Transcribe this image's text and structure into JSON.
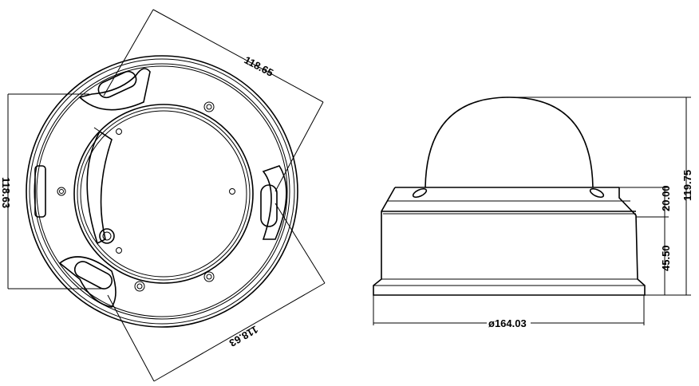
{
  "drawing": {
    "top_view": {
      "dim_diagonal_top": "118.65",
      "dim_vertical_left": "118.63",
      "dim_diagonal_bottom": "118.63"
    },
    "side_view": {
      "dim_total_height": "119.75",
      "dim_flange_height": "20.00",
      "dim_body_height": "45.50",
      "dim_diameter": "ø164.03"
    }
  }
}
